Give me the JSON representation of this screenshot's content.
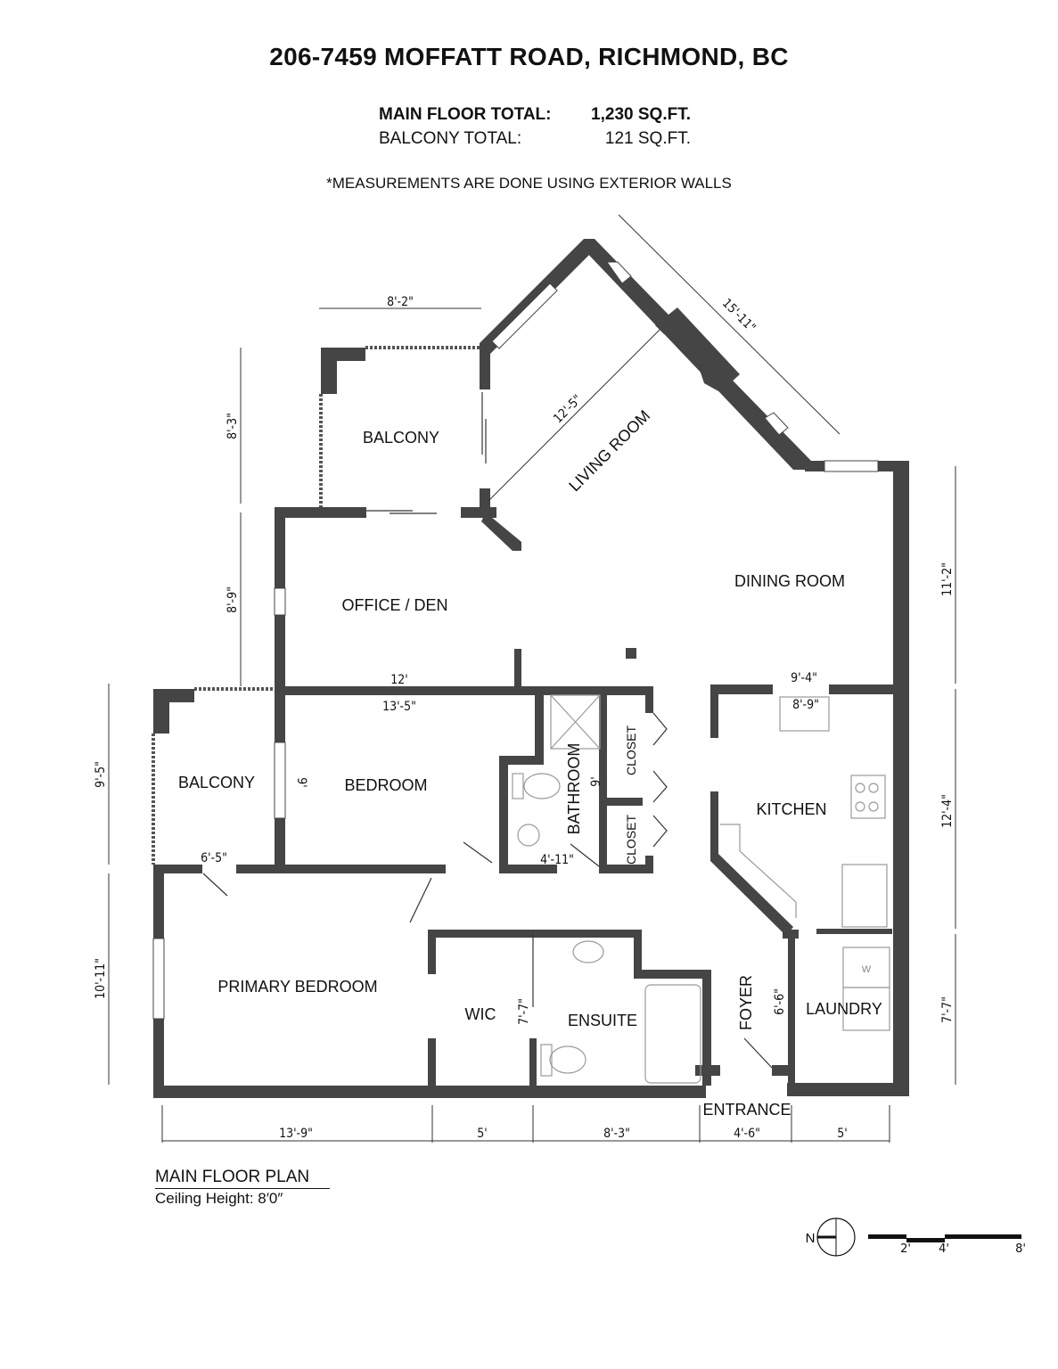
{
  "header": {
    "address": "206-7459 MOFFATT ROAD, RICHMOND, BC",
    "totals": [
      {
        "label": "MAIN FLOOR TOTAL:",
        "value": "1,230 SQ.FT.",
        "bold": true
      },
      {
        "label": "BALCONY TOTAL:",
        "value": "121 SQ.FT.",
        "bold": false
      }
    ],
    "note": "*MEASUREMENTS ARE DONE USING EXTERIOR WALLS"
  },
  "rooms": {
    "balcony_upper": "BALCONY",
    "living_room": "LIVING ROOM",
    "dining_room": "DINING ROOM",
    "office_den": "OFFICE / DEN",
    "balcony_lower": "BALCONY",
    "bedroom": "BEDROOM",
    "bathroom": "BATHROOM",
    "closet_1": "CLOSET",
    "closet_2": "CLOSET",
    "kitchen": "KITCHEN",
    "primary_bedroom": "PRIMARY BEDROOM",
    "wic": "WIC",
    "ensuite": "ENSUITE",
    "foyer": "FOYER",
    "laundry": "LAUNDRY",
    "entrance": "ENTRANCE",
    "washer_label": "W"
  },
  "dimensions": {
    "balcony_upper_width": "8'-2\"",
    "balcony_upper_depth": "8'-3\"",
    "living_diag": "12'-5\"",
    "living_outer_diag": "15'-11\"",
    "dining_height": "11'-2\"",
    "office_height": "8'-9\"",
    "office_width": "12'",
    "bedroom_width": "13'-5\"",
    "bedroom_depth": "9'",
    "balcony_lower_depth": "9'-5\"",
    "balcony_lower_width": "6'-5\"",
    "bathroom_depth": "9'",
    "bathroom_width": "4'-11\"",
    "kitchen_opening": "9'-4\"",
    "kitchen_width": "8'-9\"",
    "kitchen_height": "12'-4\"",
    "primary_height": "10'-11\"",
    "ensuite_depth": "7'-7\"",
    "foyer_height": "6'-6\"",
    "laundry_height": "7'-7\"",
    "bottom": [
      "13'-9\"",
      "5'",
      "8'-3\"",
      "4'-6\"",
      "5'"
    ]
  },
  "legend": {
    "title": "MAIN FLOOR PLAN",
    "ceiling": "Ceiling Height: 8′0″",
    "north_label": "N",
    "scale_ticks": [
      "2'",
      "4'",
      "8'"
    ]
  },
  "colors": {
    "wall": "#454545",
    "line": "#222222",
    "fixture": "#9a9a9a"
  }
}
